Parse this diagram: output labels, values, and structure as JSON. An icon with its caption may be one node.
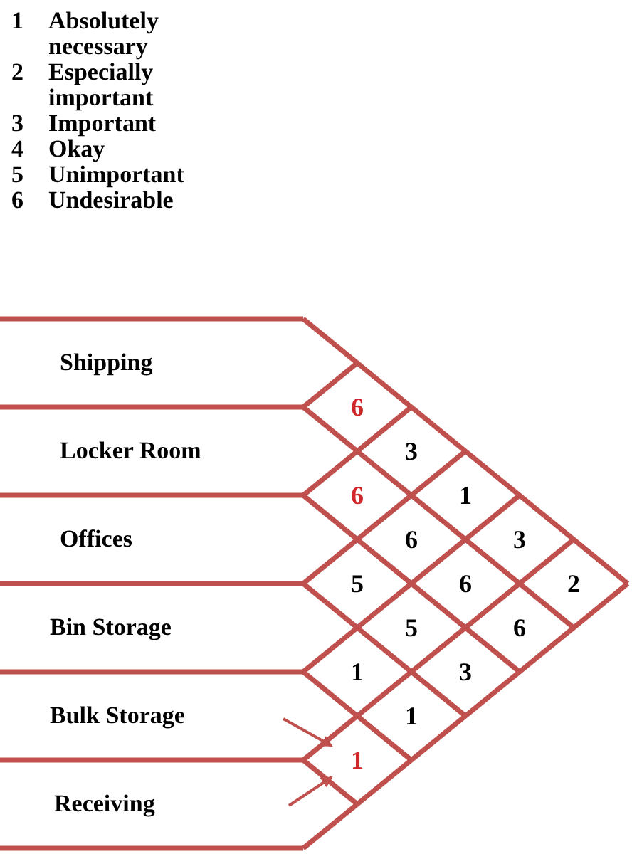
{
  "diagram": {
    "nodes": [
      {
        "text": [
          "Shipping"
        ]
      },
      {
        "text": [
          "Locker Room"
        ]
      },
      {
        "text": [
          "Offices"
        ]
      },
      {
        "text": [
          "Bin Storage"
        ]
      },
      {
        "text": [
          "Bulk Storage"
        ]
      },
      {
        "text": [
          "Receiving"
        ]
      },
      {
        "text": [
          "6"
        ]
      },
      {
        "text": [
          "3"
        ]
      },
      {
        "text": [
          "6"
        ]
      },
      {
        "text": [
          "1"
        ]
      },
      {
        "text": [
          "6"
        ]
      },
      {
        "text": [
          "3"
        ]
      },
      {
        "text": [
          "5"
        ]
      },
      {
        "text": [
          "6"
        ]
      },
      {
        "text": [
          "2"
        ]
      },
      {
        "text": [
          "5"
        ]
      },
      {
        "text": [
          "6"
        ]
      },
      {
        "text": [
          "1"
        ]
      },
      {
        "text": [
          "3"
        ]
      },
      {
        "text": [
          "1"
        ]
      },
      {
        "text": [
          "1"
        ]
      }
    ],
    "edges": [
      {
        "from": null,
        "to": 20,
        "arrow": "to"
      },
      {
        "from": null,
        "to": 20,
        "arrow": "to"
      }
    ],
    "labels": [
      "1",
      "Absolutely necessary",
      "2",
      "Especially important",
      "3",
      "Important",
      "4",
      "Okay",
      "5",
      "Unimportant",
      "6",
      "Undesirable"
    ]
  }
}
